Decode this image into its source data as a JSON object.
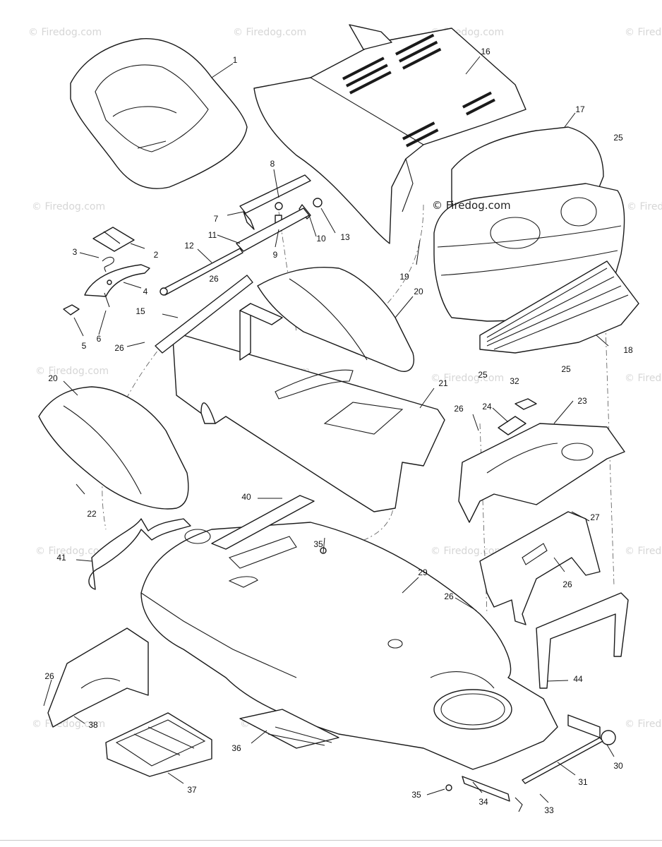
{
  "watermark": {
    "text": "© Firedog.com",
    "main_text": "© Firedog.com"
  },
  "callouts": {
    "c1": "1",
    "c2": "2",
    "c3": "3",
    "c4": "4",
    "c5": "5",
    "c6": "6",
    "c7": "7",
    "c8": "8",
    "c9": "9",
    "c10": "10",
    "c11": "11",
    "c12": "12",
    "c13": "13",
    "c15": "15",
    "c16": "16",
    "c17": "17",
    "c18": "18",
    "c19": "19",
    "c20a": "20",
    "c20b": "20",
    "c21": "21",
    "c22": "22",
    "c23": "23",
    "c24": "24",
    "c25a": "25",
    "c25b": "25",
    "c25c": "25",
    "c26a": "26",
    "c26b": "26",
    "c26c": "26",
    "c26d": "26",
    "c26e": "26",
    "c26f": "26",
    "c27": "27",
    "c29": "29",
    "c30": "30",
    "c31": "31",
    "c32": "32",
    "c33": "33",
    "c34": "34",
    "c35a": "35",
    "c35b": "35",
    "c36": "36",
    "c37": "37",
    "c38": "38",
    "c40": "40",
    "c41": "41",
    "c44": "44"
  }
}
